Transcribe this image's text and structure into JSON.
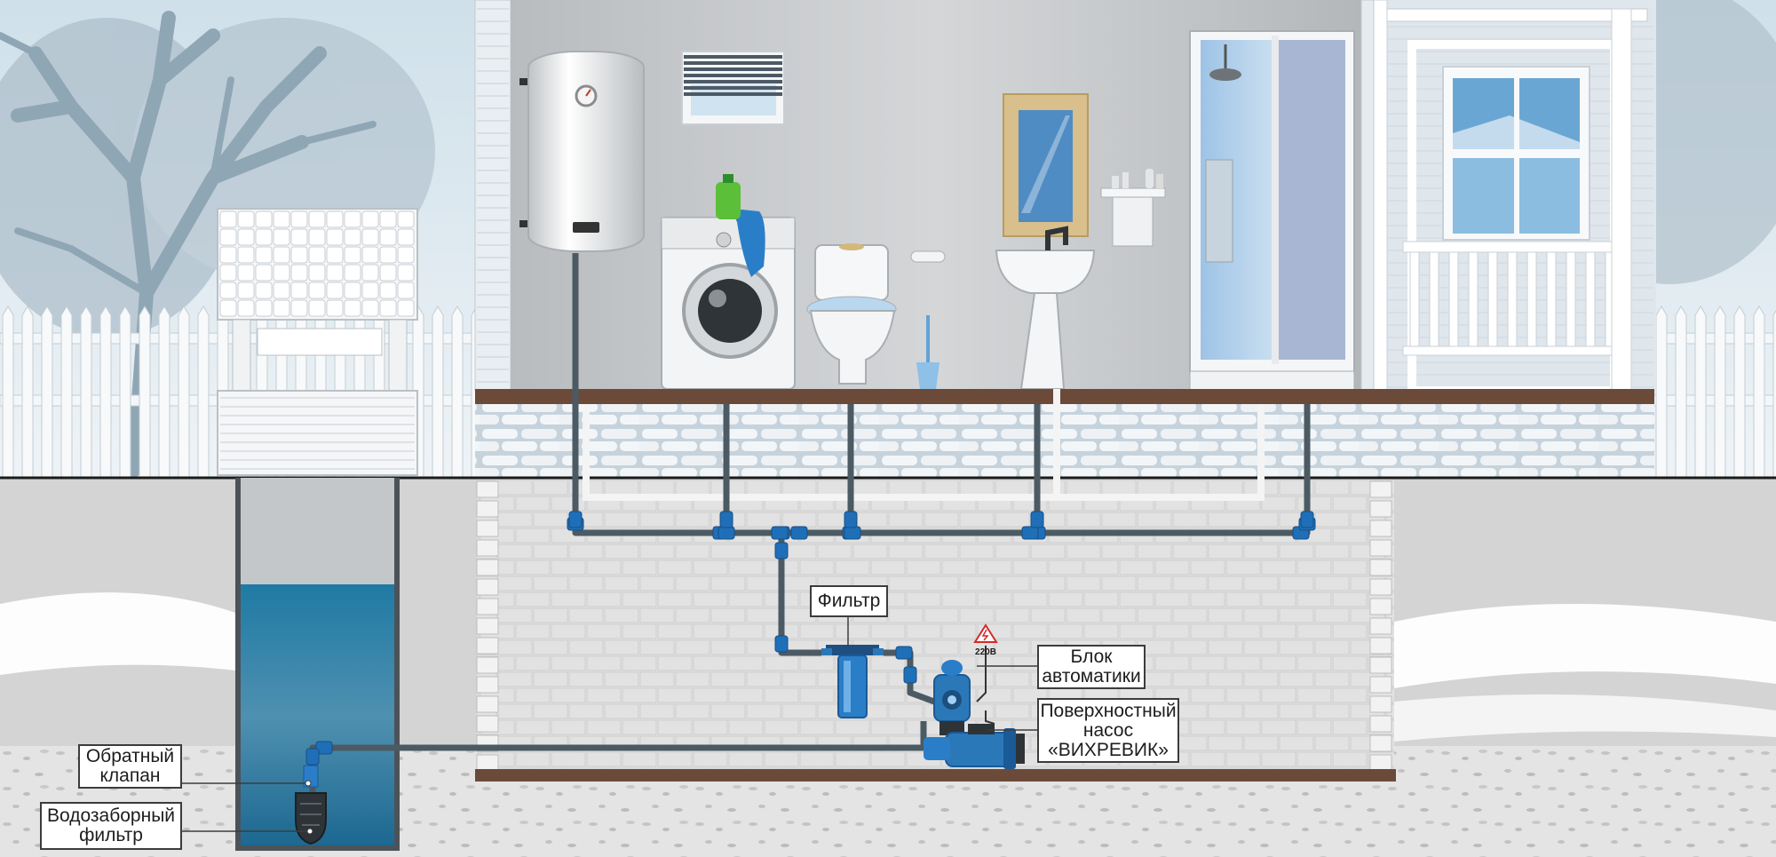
{
  "labels": {
    "filter": {
      "lines": [
        "Фильтр"
      ]
    },
    "automation_unit": {
      "lines": [
        "Блок",
        "автоматики"
      ]
    },
    "surface_pump": {
      "lines": [
        "Поверхностный",
        "насос",
        "«ВИХРЕВИК»"
      ]
    },
    "check_valve": {
      "lines": [
        "Обратный",
        "клапан"
      ]
    },
    "intake_filter": {
      "lines": [
        "Водозаборный",
        "фильтр"
      ]
    },
    "voltage_sign": "220В"
  },
  "colors": {
    "sky": "#dfe9ef",
    "ground": "#c9c9c9",
    "well_water": "#2a7fa8",
    "pipe": "#4b5a63",
    "fitting": "#1f6fb8",
    "pump": "#2b78b8",
    "floor_beam": "#6b4a3a",
    "warning": "#d32a2a"
  }
}
